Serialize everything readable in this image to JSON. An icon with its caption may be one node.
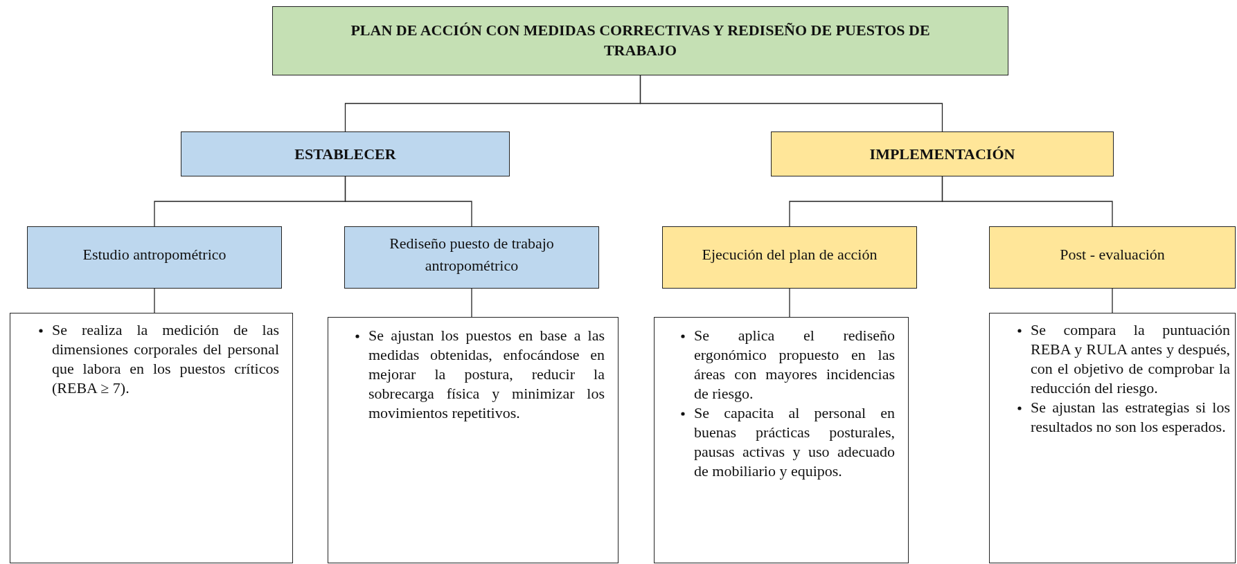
{
  "diagram": {
    "nodes": [
      {
        "text": [
          "PLAN DE ACCIÓN CON MEDIDAS CORRECTIVAS Y REDISEÑO DE PUESTOS DE TRABAJO"
        ]
      },
      {
        "text": [
          "ESTABLECER"
        ]
      },
      {
        "text": [
          "IMPLEMENTACIÓN"
        ]
      },
      {
        "text": [
          "Estudio antropométrico"
        ]
      },
      {
        "text": [
          "Rediseño puesto de trabajo antropométrico"
        ]
      },
      {
        "text": [
          "Ejecución del plan de acción"
        ]
      },
      {
        "text": [
          "Post - evaluación"
        ]
      },
      {
        "text": [
          "Se realiza la medición de las dimensiones corporales del personal que labora en los puestos críticos (REBA ≥ 7)."
        ]
      },
      {
        "text": [
          "Se ajustan los puestos en base a las medidas obtenidas, enfocándose en mejorar la postura, reducir la sobrecarga física y minimizar los movimientos repetitivos."
        ]
      },
      {
        "text": [
          "Se aplica el rediseño ergonómico propuesto en las áreas con mayores incidencias de riesgo.",
          "Se capacita al personal en buenas prácticas posturales, pausas activas y uso adecuado de mobiliario y equipos."
        ]
      },
      {
        "text": [
          "Se compara la puntuación REBA y RULA antes y después, con el objetivo de comprobar la reducción del riesgo.",
          "Se ajustan las estrategias si los resultados no son los esperados."
        ]
      }
    ],
    "edges": [
      {
        "from": 0,
        "to": 1,
        "arrow": "none"
      },
      {
        "from": 0,
        "to": 2,
        "arrow": "none"
      },
      {
        "from": 1,
        "to": 3,
        "arrow": "none"
      },
      {
        "from": 1,
        "to": 4,
        "arrow": "none"
      },
      {
        "from": 2,
        "to": 5,
        "arrow": "none"
      },
      {
        "from": 2,
        "to": 6,
        "arrow": "none"
      },
      {
        "from": 3,
        "to": 7,
        "arrow": "none"
      },
      {
        "from": 4,
        "to": 8,
        "arrow": "none"
      },
      {
        "from": 5,
        "to": 9,
        "arrow": "none"
      },
      {
        "from": 6,
        "to": 10,
        "arrow": "none"
      }
    ]
  }
}
